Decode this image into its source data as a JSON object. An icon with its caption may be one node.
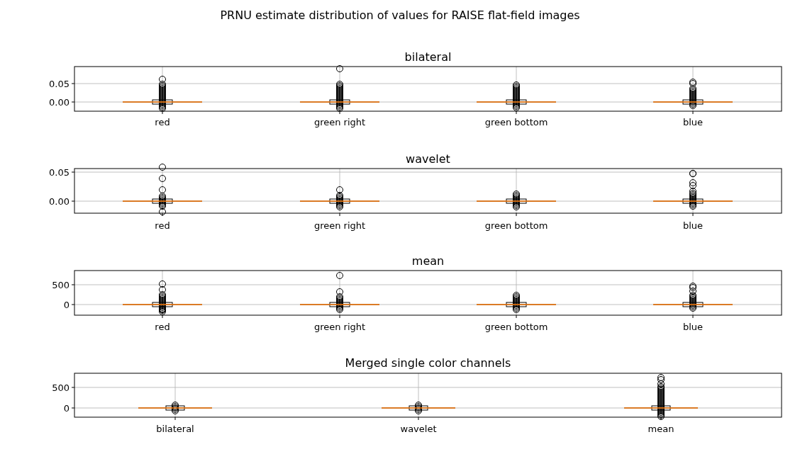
{
  "diagram": {
    "title": "PRNU estimate distribution of values for RAISE flat-field images",
    "labels": [
      "bilateral",
      "0.05",
      "0.00",
      "red",
      "green right",
      "green bottom",
      "blue",
      "wavelet",
      "0.05",
      "0.00",
      "red",
      "green right",
      "green bottom",
      "blue",
      "mean",
      "500",
      "0",
      "red",
      "green right",
      "green bottom",
      "blue",
      "Merged single color channels",
      "500",
      "0",
      "bilateral",
      "wavelet",
      "mean"
    ]
  }
}
